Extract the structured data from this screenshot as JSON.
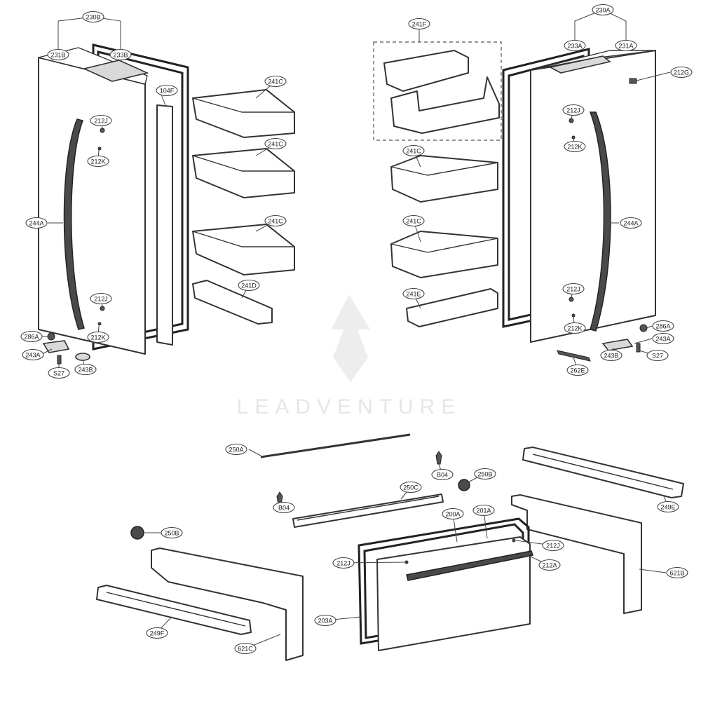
{
  "watermark": {
    "text": "LEADVENTURE",
    "logo_icon": "leadventure-logo-icon"
  },
  "callouts": [
    {
      "id": "c-230b-top",
      "label": "230B",
      "leader": "none"
    },
    {
      "id": "c-231b",
      "label": "231B"
    },
    {
      "id": "c-233b",
      "label": "233B"
    },
    {
      "id": "c-104f",
      "label": "104F"
    },
    {
      "id": "c-241c-l1",
      "label": "241C"
    },
    {
      "id": "c-241c-l2",
      "label": "241C"
    },
    {
      "id": "c-241c-l3",
      "label": "241C"
    },
    {
      "id": "c-241d",
      "label": "241D"
    },
    {
      "id": "c-212j-l1",
      "label": "212J"
    },
    {
      "id": "c-212k-l1",
      "label": "212K"
    },
    {
      "id": "c-244a-l",
      "label": "244A"
    },
    {
      "id": "c-212j-l2",
      "label": "212J"
    },
    {
      "id": "c-212k-l2",
      "label": "212K"
    },
    {
      "id": "c-286a-l",
      "label": "286A"
    },
    {
      "id": "c-243a-l",
      "label": "243A"
    },
    {
      "id": "c-s27-l",
      "label": "S27"
    },
    {
      "id": "c-243b-l",
      "label": "243B"
    },
    {
      "id": "c-241f",
      "label": "241F"
    },
    {
      "id": "c-241c-r1",
      "label": "241C"
    },
    {
      "id": "c-241c-r2",
      "label": "241C"
    },
    {
      "id": "c-241e",
      "label": "241E"
    },
    {
      "id": "c-230a",
      "label": "230A"
    },
    {
      "id": "c-233a",
      "label": "233A"
    },
    {
      "id": "c-231a",
      "label": "231A"
    },
    {
      "id": "c-212g",
      "label": "212G"
    },
    {
      "id": "c-212j-r1",
      "label": "212J"
    },
    {
      "id": "c-212k-r1",
      "label": "212K"
    },
    {
      "id": "c-244a-r",
      "label": "244A"
    },
    {
      "id": "c-212j-r2",
      "label": "212J"
    },
    {
      "id": "c-212k-r2",
      "label": "212K"
    },
    {
      "id": "c-286a-r",
      "label": "286A"
    },
    {
      "id": "c-243a-r",
      "label": "243A"
    },
    {
      "id": "c-243b-r",
      "label": "243B"
    },
    {
      "id": "c-s27-r",
      "label": "S27"
    },
    {
      "id": "c-262e",
      "label": "262E"
    },
    {
      "id": "c-250a",
      "label": "250A"
    },
    {
      "id": "c-b04-1",
      "label": "B04"
    },
    {
      "id": "c-250b-1",
      "label": "250B"
    },
    {
      "id": "c-250c",
      "label": "250C"
    },
    {
      "id": "c-b04-2",
      "label": "B04"
    },
    {
      "id": "c-249e",
      "label": "249E"
    },
    {
      "id": "c-200a",
      "label": "200A"
    },
    {
      "id": "c-201a",
      "label": "201A"
    },
    {
      "id": "c-212j-b1",
      "label": "212J"
    },
    {
      "id": "c-212j-b2",
      "label": "212J"
    },
    {
      "id": "c-212a",
      "label": "212A"
    },
    {
      "id": "c-250b-2",
      "label": "250B"
    },
    {
      "id": "c-203a",
      "label": "203A"
    },
    {
      "id": "c-621b",
      "label": "621B"
    },
    {
      "id": "c-249f",
      "label": "249F"
    },
    {
      "id": "c-621c",
      "label": "621C"
    }
  ]
}
